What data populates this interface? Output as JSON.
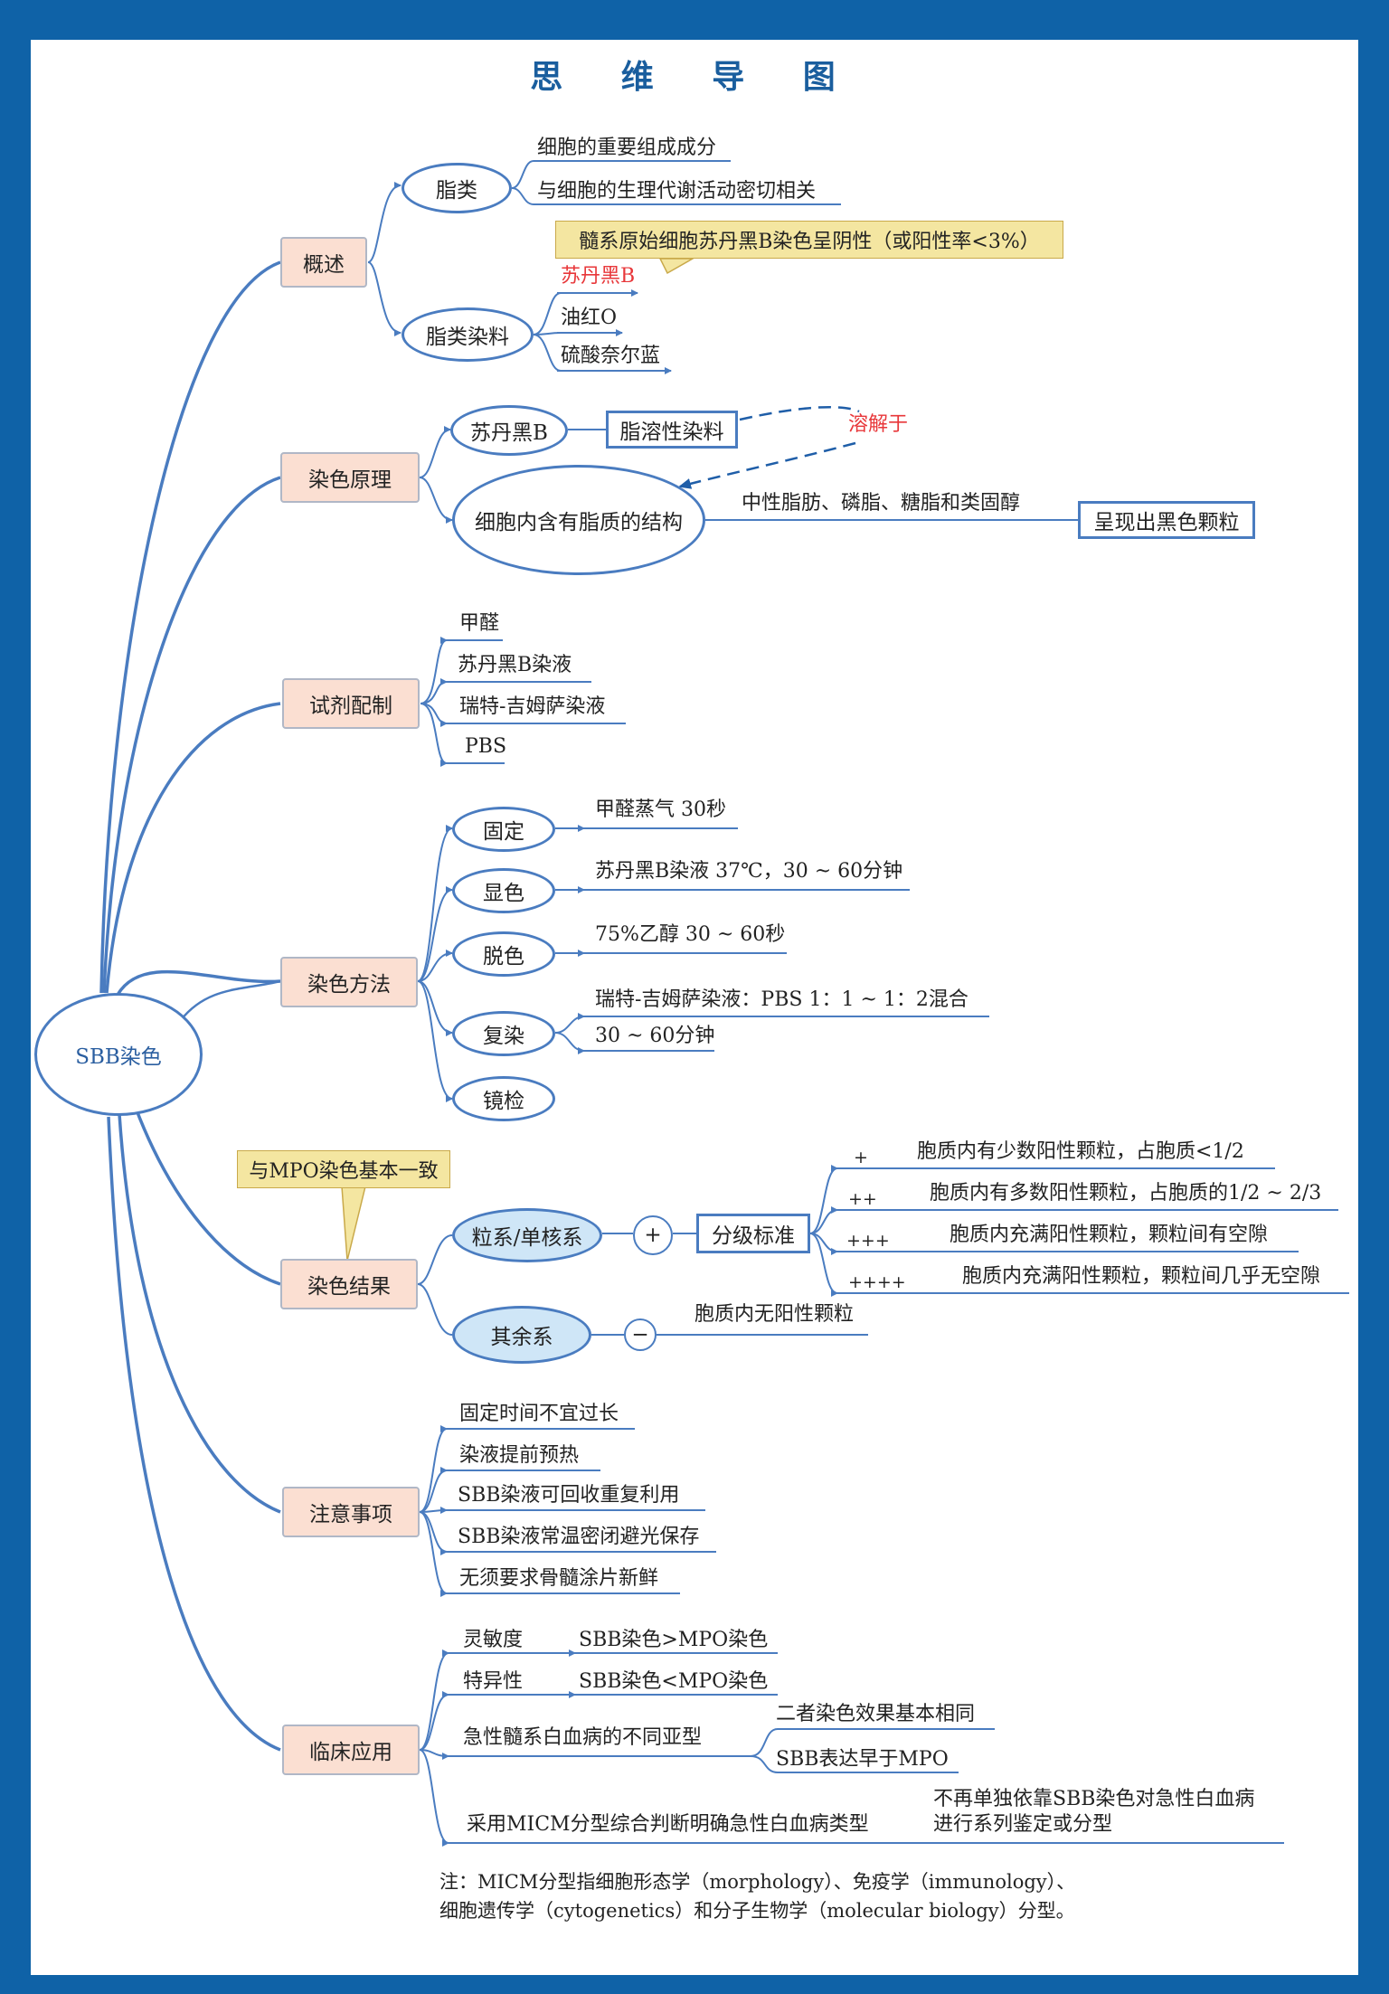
{
  "title": "思 维 导 图",
  "root": "SBB染色",
  "overview": {
    "label": "概述",
    "lipids": {
      "label": "脂类",
      "items": [
        "细胞的重要组成成分",
        "与细胞的生理代谢活动密切相关"
      ]
    },
    "callout": "髓系原始细胞苏丹黑B染色呈阴性（或阳性率<3%）",
    "dyes": {
      "label": "脂类染料",
      "items": [
        "苏丹黑B",
        "油红O",
        "硫酸奈尔蓝"
      ]
    }
  },
  "principle": {
    "label": "染色原理",
    "sudan": "苏丹黑B",
    "fat_soluble": "脂溶性染料",
    "dissolves": "溶解于",
    "lipid_structure": "细胞内含有脂质的结构",
    "lipid_types": "中性脂肪、磷脂、糖脂和类固醇",
    "result": "呈现出黑色颗粒"
  },
  "reagents": {
    "label": "试剂配制",
    "items": [
      "甲醛",
      "苏丹黑B染液",
      "瑞特-吉姆萨染液",
      "PBS"
    ]
  },
  "method": {
    "label": "染色方法",
    "steps": [
      {
        "label": "固定",
        "detail": "甲醛蒸气 30秒"
      },
      {
        "label": "显色",
        "detail": "苏丹黑B染液 37℃，30 ~ 60分钟"
      },
      {
        "label": "脱色",
        "detail": "75%乙醇 30 ~ 60秒"
      },
      {
        "label": "复染",
        "detail": "瑞特-吉姆萨染液：PBS 1：1 ~ 1：2混合",
        "detail2": "30 ~ 60分钟"
      },
      {
        "label": "镜检",
        "detail": ""
      }
    ]
  },
  "results": {
    "label": "染色结果",
    "callout": "与MPO染色基本一致",
    "granulo": "粒系/单核系",
    "plus": "+",
    "grading_label": "分级标准",
    "grades": [
      {
        "sign": "+",
        "text": "胞质内有少数阳性颗粒，占胞质<1/2"
      },
      {
        "sign": "++",
        "text": "胞质内有多数阳性颗粒，占胞质的1/2 ~ 2/3"
      },
      {
        "sign": "+++",
        "text": "胞质内充满阳性颗粒，颗粒间有空隙"
      },
      {
        "sign": "++++",
        "text": "胞质内充满阳性颗粒，颗粒间几乎无空隙"
      }
    ],
    "others": "其余系",
    "minus": "−",
    "others_detail": "胞质内无阳性颗粒"
  },
  "notes": {
    "label": "注意事项",
    "items": [
      "固定时间不宜过长",
      "染液提前预热",
      "SBB染液可回收重复利用",
      "SBB染液常温密闭避光保存",
      "无须要求骨髓涂片新鲜"
    ]
  },
  "clinical": {
    "label": "临床应用",
    "sensitivity": "灵敏度",
    "sensitivity_val": "SBB染色>MPO染色",
    "specificity": "特异性",
    "specificity_val": "SBB染色<MPO染色",
    "aml_subtypes": "急性髓系白血病的不同亚型",
    "aml_a": "二者染色效果基本相同",
    "aml_b": "SBB表达早于MPO",
    "micm": "采用MICM分型综合判断明确急性白血病类型",
    "micm_detail1": "不再单独依靠SBB染色对急性白血病",
    "micm_detail2": "进行系列鉴定或分型"
  },
  "footnote1": "注：MICM分型指细胞形态学（morphology）、免疫学（immunology）、",
  "footnote2": "细胞遗传学（cytogenetics）和分子生物学（molecular biology）分型。"
}
